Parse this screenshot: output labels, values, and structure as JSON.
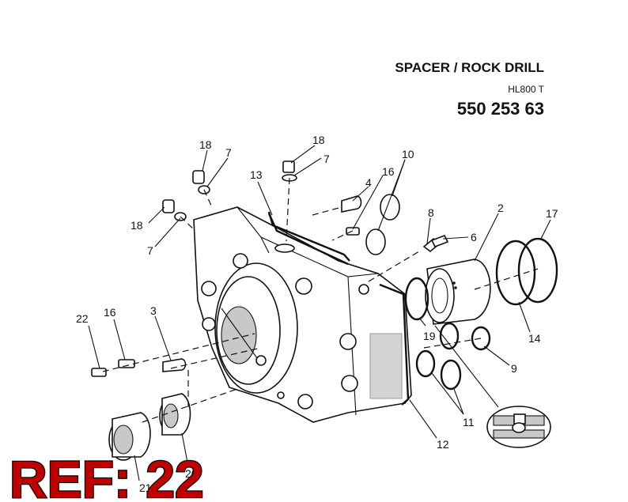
{
  "header": {
    "title": "SPACER / ROCK DRILL",
    "model": "HL800 T",
    "part_number": "550 253 63"
  },
  "callouts": {
    "c18a": "18",
    "c7a": "7",
    "c18b": "18",
    "c7b": "7",
    "c18c": "18",
    "c7c": "7",
    "c13": "13",
    "c4": "4",
    "c16a": "16",
    "c10": "10",
    "c8": "8",
    "c6": "6",
    "c2": "2",
    "c17": "17",
    "c14": "14",
    "c19": "19",
    "c9": "9",
    "c11": "11",
    "c12": "12",
    "c22": "22",
    "c16b": "16",
    "c3": "3",
    "c21": "21",
    "c20": "20"
  },
  "ref_label": "REF: 22"
}
